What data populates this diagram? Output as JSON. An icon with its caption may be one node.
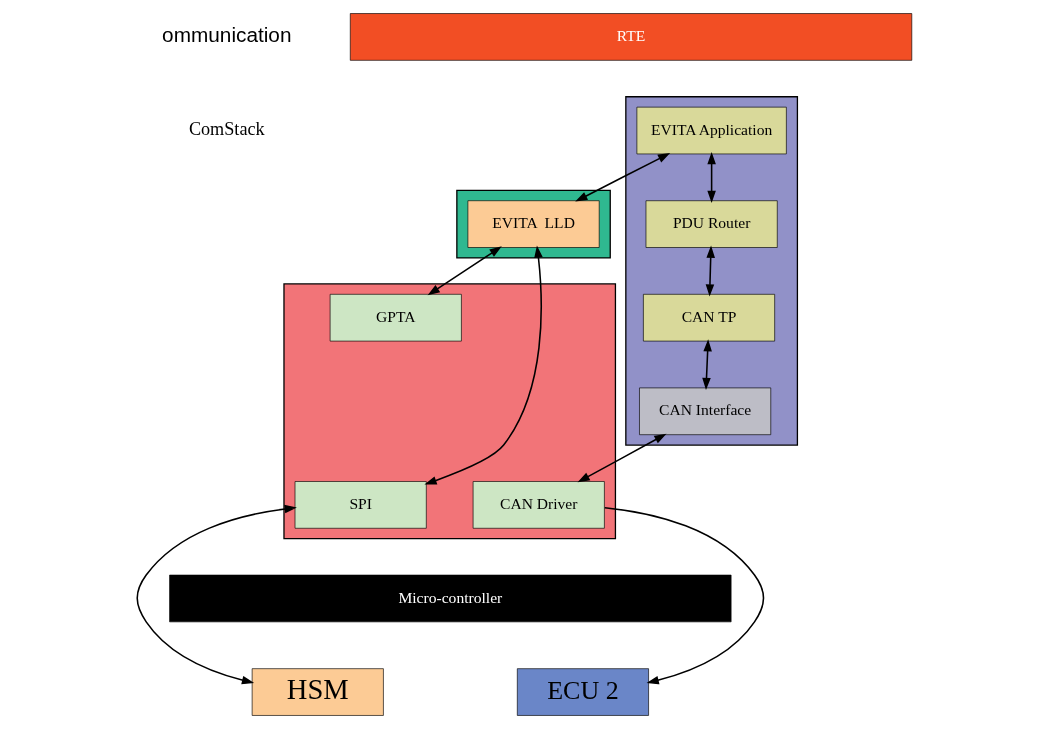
{
  "diagram": {
    "nodes": [
      {
        "text": [
          "RTE"
        ]
      },
      {
        "text": [],
        "shape": "box"
      },
      {
        "text": [
          "EVITA Application"
        ],
        "in": 1
      },
      {
        "text": [
          "PDU Router"
        ],
        "in": 1
      },
      {
        "text": [
          "CAN TP"
        ],
        "in": 1
      },
      {
        "text": [
          "CAN Interface"
        ],
        "in": 1
      },
      {
        "text": [],
        "shape": "box"
      },
      {
        "text": [
          "EVITA  LLD"
        ],
        "in": 6
      },
      {
        "text": [],
        "shape": "box"
      },
      {
        "text": [
          "CAN Driver"
        ],
        "in": 8
      },
      {
        "text": [
          "SPI"
        ],
        "in": 8
      },
      {
        "text": [
          "GPTA"
        ],
        "in": 8
      },
      {
        "text": [
          "Micro-controller"
        ]
      },
      {
        "text": [
          "ECU 2"
        ]
      },
      {
        "text": [
          "HSM"
        ]
      }
    ],
    "edges": [
      {
        "from": 2,
        "to": 7,
        "arrow": "both"
      },
      {
        "from": 2,
        "to": 3,
        "arrow": "both"
      },
      {
        "from": 3,
        "to": 4,
        "arrow": "both"
      },
      {
        "from": 4,
        "to": 5,
        "arrow": "both"
      },
      {
        "from": 5,
        "to": 9,
        "arrow": "both"
      },
      {
        "from": 7,
        "to": 10,
        "arrow": "both"
      },
      {
        "from": 7,
        "to": 11,
        "arrow": "both"
      },
      {
        "from": 9,
        "to": 13,
        "arrow": "to"
      },
      {
        "from": 10,
        "to": 14,
        "arrow": "both"
      }
    ],
    "labels": [
      "ommunication",
      "ComStack"
    ]
  }
}
